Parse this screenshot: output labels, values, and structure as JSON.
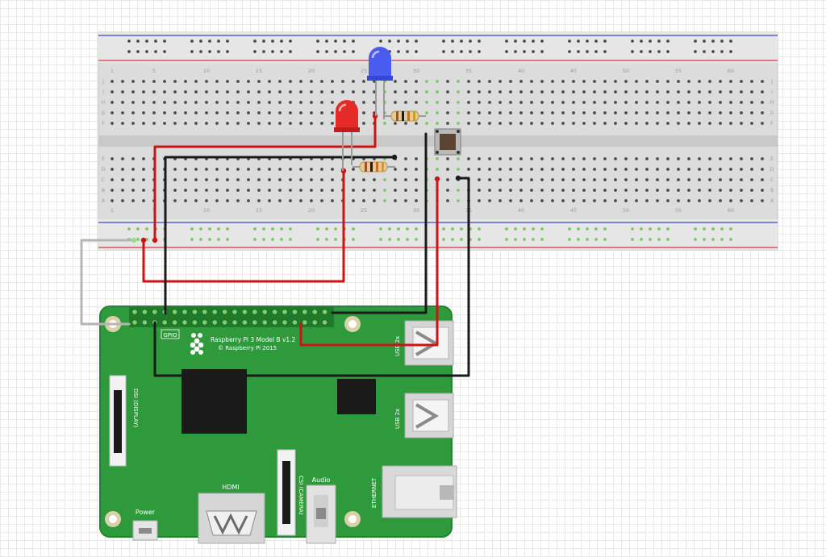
{
  "breadboard": {
    "top_numbers": [
      "1",
      "5",
      "10",
      "15",
      "20",
      "25",
      "30",
      "35",
      "40",
      "45",
      "50",
      "55",
      "60"
    ],
    "bottom_numbers": [
      "1",
      "5",
      "10",
      "15",
      "20",
      "25",
      "30",
      "35",
      "40",
      "45",
      "50",
      "55",
      "60"
    ],
    "row_letters_top": [
      "J",
      "I",
      "H",
      "G",
      "F"
    ],
    "row_letters_bottom": [
      "E",
      "D",
      "C",
      "B",
      "A"
    ]
  },
  "pi": {
    "model": "Raspberry Pi 3 Model B v1.2",
    "copyright": "© Raspberry Pi 2015",
    "gpio": "GPIO",
    "usb1": "USB 2x",
    "usb2": "USB 2x",
    "dsi": "DSI (DISPLAY)",
    "csi": "CSI (CAMERA)",
    "hdmi": "HDMI",
    "audio": "Audio",
    "ethernet": "ETHERNET",
    "power": "Power"
  },
  "colors": {
    "board_green": "#2e9a3c",
    "wire_red": "#cc1414",
    "wire_black": "#1a1a1a",
    "led_red": "#e52a2a",
    "led_blue": "#4a5cf0",
    "rail_red": "#d43a3a",
    "rail_blue": "#3a4ed4"
  }
}
